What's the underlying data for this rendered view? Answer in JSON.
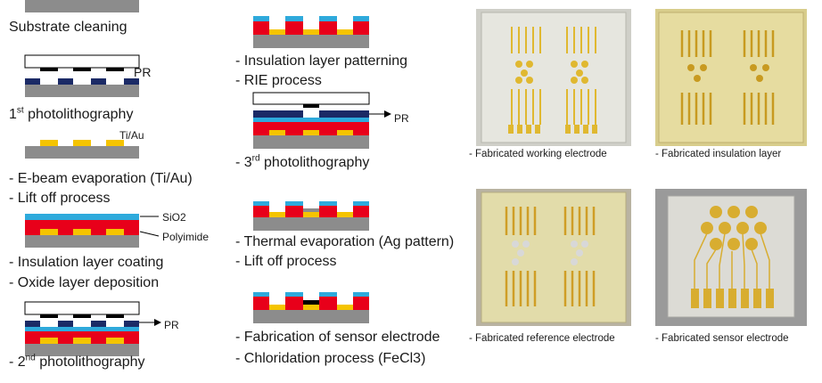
{
  "steps": {
    "cleaning": "Substrate cleaning",
    "photo1_base": "1",
    "photo1_sup": "st",
    "photo1_rest": " photolithography",
    "ebeam": "- E-beam evaporation (Ti/Au)",
    "liftoff1": "- Lift off process",
    "insul_coat": "- Insulation layer coating",
    "oxide": "- Oxide layer deposition",
    "photo2_pre": "- 2",
    "photo2_sup": "nd",
    "photo2_rest": " photolithography",
    "insul_pattern": "- Insulation layer patterning",
    "rie": "- RIE process",
    "photo3_pre": "- 3",
    "photo3_sup": "rd",
    "photo3_rest": " photolithography",
    "thermal": "- Thermal evaporation (Ag pattern)",
    "liftoff2": "- Lift off process",
    "sensor_fab": "- Fabrication of sensor electrode",
    "chloridation": "- Chloridation process (FeCl3)"
  },
  "labels": {
    "pr1": "PR",
    "tiau": "Ti/Au",
    "sio2": "SiO2",
    "polyimide": "Polyimide",
    "pr2": "PR",
    "pr3": "PR"
  },
  "captions": {
    "working": "- Fabricated working electrode",
    "insulation": "- Fabricated insulation layer",
    "reference": "- Fabricated reference electrode",
    "sensor": "- Fabricated sensor electrode"
  },
  "colors": {
    "substrate": "#8c8c8c",
    "gold": "#f5c400",
    "polyimide": "#e8001a",
    "oxide": "#2eaadc",
    "resist": "#1b2a66",
    "silver": "#000000"
  }
}
